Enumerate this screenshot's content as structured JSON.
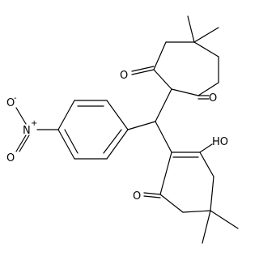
{
  "molecule": {
    "atom_labels": {
      "oxygen_top_left": "O",
      "oxygen_top_right": "O",
      "oxygen_hydroxy": "HO",
      "oxygen_enone": "O",
      "nitro_oxygen_upper": "O",
      "nitro_oxygen_lower": "O",
      "nitro_nitrogen": "N",
      "charge_minus": "-",
      "charge_plus": "+"
    },
    "colors": {
      "bond": "#000000",
      "text": "#000000",
      "background": "#ffffff"
    }
  }
}
